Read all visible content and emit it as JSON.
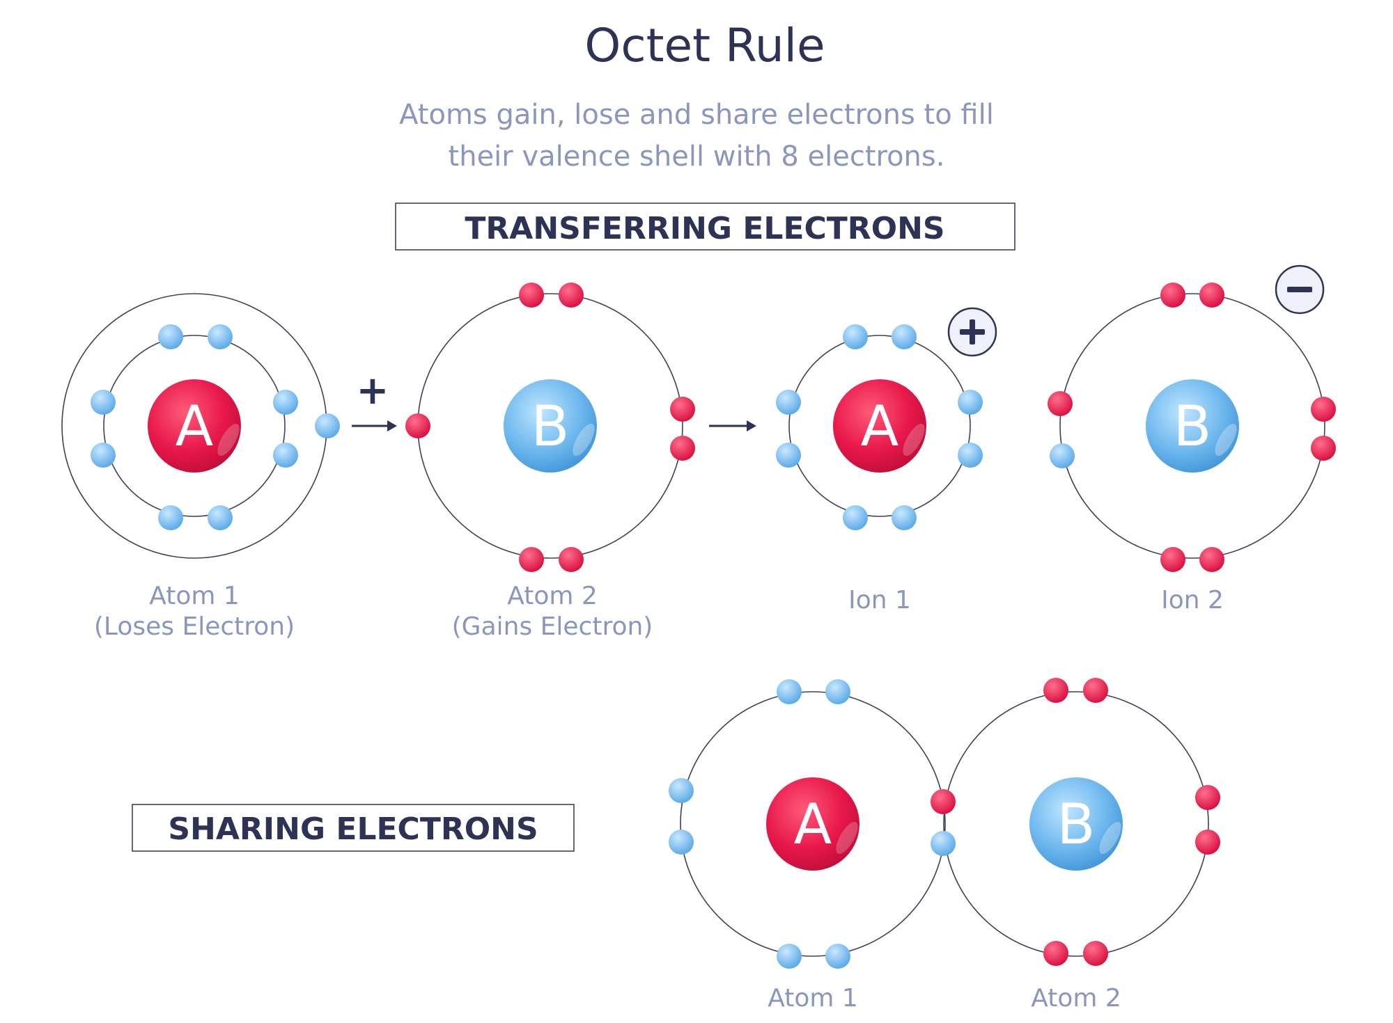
{
  "title": "Octet Rule",
  "subtitle": {
    "line1": "Atoms gain, lose and share electrons to fill",
    "line2": "their valence shell with 8 electrons."
  },
  "transfer": {
    "heading": "TRANSFERRING ELECTRONS",
    "plus_symbol": "+",
    "atom1": {
      "letter": "A",
      "caption_line1": "Atom 1",
      "caption_line2": "(Loses Electron)"
    },
    "atom2": {
      "letter": "B",
      "caption_line1": "Atom 2",
      "caption_line2": "(Gains Electron)"
    },
    "ion1": {
      "letter": "A",
      "caption": "Ion 1",
      "charge_icon": "plus-circle-icon"
    },
    "ion2": {
      "letter": "B",
      "caption": "Ion 2",
      "charge_icon": "minus-circle-icon"
    }
  },
  "sharing": {
    "heading": "SHARING ELECTRONS",
    "atom1": {
      "letter": "A",
      "caption": "Atom 1"
    },
    "atom2": {
      "letter": "B",
      "caption": "Atom 2"
    }
  },
  "colors": {
    "text_dark": "#2e3355",
    "text_light": "#8a96bd",
    "red": "#e8184a",
    "blue": "#6fb8ee",
    "orbit": "#3c4256"
  }
}
